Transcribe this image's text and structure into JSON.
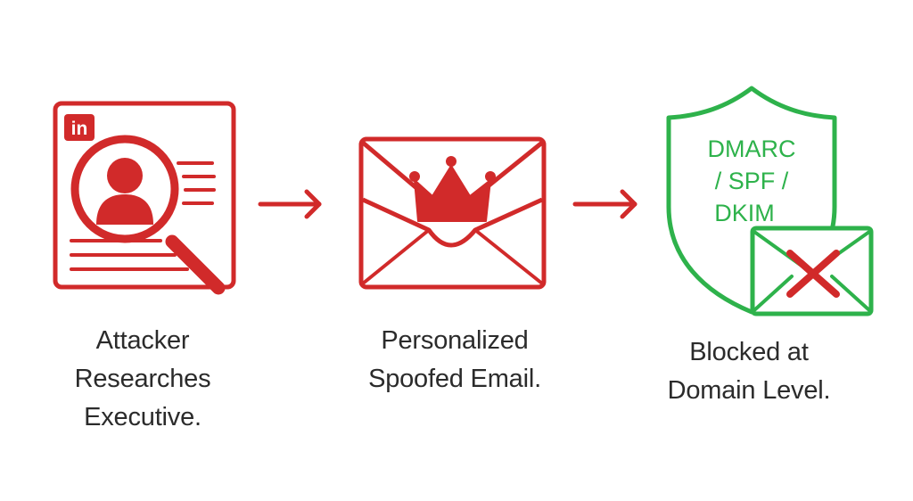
{
  "colors": {
    "attack_red": "#d12a2a",
    "defense_green": "#2eb24b",
    "text_dark": "#2b2b2b",
    "background": "#ffffff"
  },
  "steps": [
    {
      "icons": [
        "linkedin-icon",
        "magnifier-icon",
        "person-icon",
        "profile-document-icon"
      ],
      "badge": "in",
      "caption_lines": [
        "Attacker",
        "Researches",
        "Executive."
      ]
    },
    {
      "icons": [
        "envelope-icon",
        "crown-icon"
      ],
      "caption_lines": [
        "Personalized",
        "Spoofed Email."
      ]
    },
    {
      "icons": [
        "shield-icon",
        "blocked-envelope-icon",
        "x-mark-icon"
      ],
      "shield_lines": [
        "DMARC",
        "/ SPF /",
        "DKIM"
      ],
      "caption_lines": [
        "Blocked at",
        "Domain Level."
      ]
    }
  ],
  "arrows": [
    "arrow-right-icon",
    "arrow-right-icon"
  ]
}
